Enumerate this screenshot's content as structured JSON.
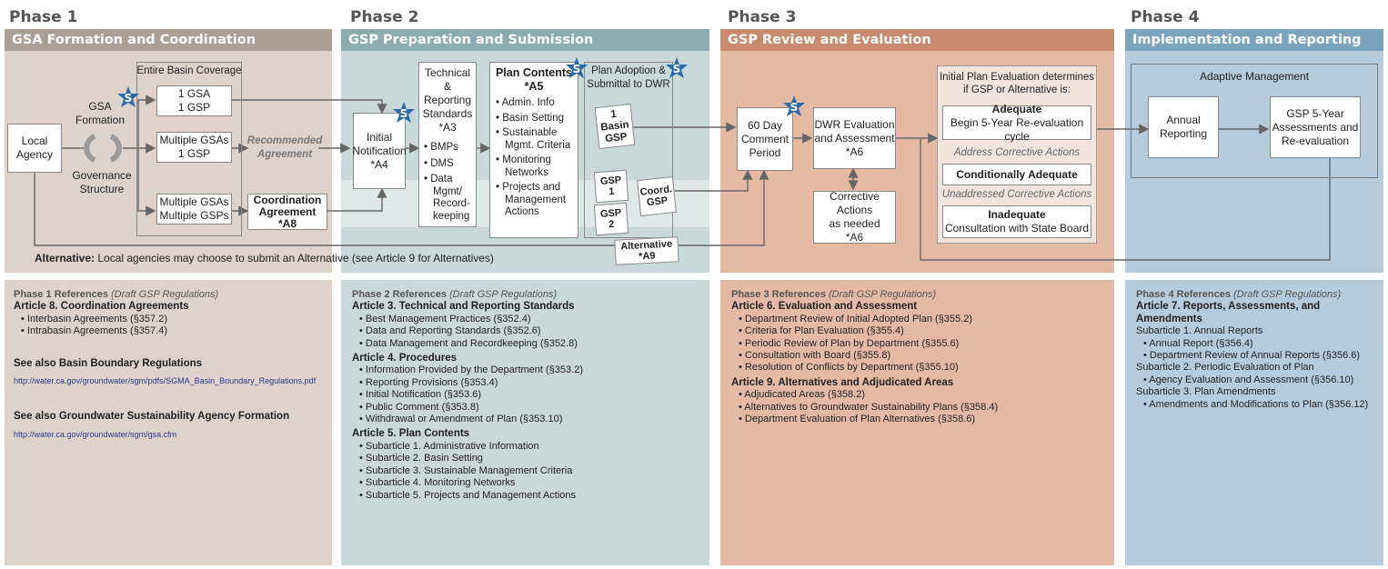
{
  "phases": [
    {
      "label": "Phase 1",
      "title": "GSA Formation and Coordination",
      "color": "#ab9f94",
      "bg": "#ddd3cb"
    },
    {
      "label": "Phase 2",
      "title": "GSP Preparation and Submission",
      "color": "#8aacae",
      "bg": "#c8d9d8"
    },
    {
      "label": "Phase 3",
      "title": "GSP Review and Evaluation",
      "color": "#c88a6c",
      "bg": "#e5baa5"
    },
    {
      "label": "Phase 4",
      "title": "Implementation and Reporting",
      "color": "#7ba4bf",
      "bg": "#b6cbdb"
    }
  ],
  "badge_symbol": "S",
  "p1": {
    "local_agency": "Local\nAgency",
    "gsa_formation": "GSA\nFormation",
    "governance": "Governance\nStructure",
    "entire_basin": "Entire Basin Coverage",
    "opt1": "1 GSA\n1 GSP",
    "opt2": "Multiple GSAs\n1 GSP",
    "opt3": "Multiple GSAs\nMultiple GSPs",
    "recommended": "Recommended\nAgreement",
    "coordination": "Coordination\nAgreement",
    "coordination_ref": "*A8",
    "alternative_bold": "Alternative:",
    "alternative_text": " Local agencies may choose to submit an Alternative (see Article 9 for Alternatives)"
  },
  "p2": {
    "initial": "Initial\nNotification\n*A4",
    "tech_title": "Technical\n& Reporting\nStandards\n*A3",
    "tech_items": [
      "BMPs",
      "DMS",
      "Data Mgmt/ Record-keeping"
    ],
    "plan_title": "Plan Contents\n*A5",
    "plan_items": [
      "Admin. Info",
      "Basin Setting",
      "Sustainable Mgmt. Criteria",
      "Monitoring Networks",
      "Projects and Management Actions"
    ],
    "adoption": "Plan Adoption &\nSubmittal to DWR",
    "basin_gsp": "1\nBasin\nGSP",
    "gsp1": "GSP\n1",
    "gsp2": "GSP\n2",
    "coord_gsp": "Coord.\nGSP",
    "alternative": "Alternative\n*A9"
  },
  "p3": {
    "comment": "60 Day\nComment\nPeriod",
    "dwr_eval": "DWR Evaluation\nand Assessment\n*A6",
    "corrective": "Corrective Actions\nas needed\n*A6",
    "eval_header": "Initial Plan Evaluation determines\nif GSP or Alternative is:",
    "adequate": "Adequate",
    "adequate_sub": "Begin 5-Year Re-evaluation cycle",
    "address": "Address Corrective Actions",
    "cond_adequate": "Conditionally Adequate",
    "unaddressed": "Unaddressed Corrective Actions",
    "inadequate": "Inadequate",
    "inadequate_sub": "Consultation with State Board"
  },
  "p4": {
    "adaptive": "Adaptive Management",
    "annual": "Annual\nReporting",
    "five_year": "GSP 5-Year\nAssessments and\nRe-evaluation"
  },
  "refs": {
    "p1": {
      "head": "Phase 1 References",
      "draft": "(Draft GSP Regulations)",
      "article": "Article 8. Coordination Agreements",
      "items": [
        "• Interbasin Agreements (§357.2)",
        "• Intrabasin Agreements (§357.4)"
      ],
      "see1": "See also Basin Boundary Regulations",
      "link1": "http://water.ca.gov/groundwater/sgm/pdfs/SGMA_Basin_Boundary_Regulations.pdf",
      "see2": "See also Groundwater Sustainability Agency Formation",
      "link2": "http://water.ca.gov/groundwater/sgm/gsa.cfm"
    },
    "p2": {
      "head": "Phase 2 References",
      "draft": "(Draft GSP Regulations)",
      "art3": "Article 3. Technical and Reporting Standards",
      "art3_items": [
        "• Best Management Practices (§352.4)",
        "• Data and Reporting Standards (§352.6)",
        "• Data Management and Recordkeeping (§352.8)"
      ],
      "art4": "Article 4. Procedures",
      "art4_items": [
        "• Information Provided by the Department (§353.2)",
        "• Reporting Provisions (§353.4)",
        "• Initial Notification (§353.6)",
        "• Public Comment (§353.8)",
        "• Withdrawal or Amendment of Plan (§353.10)"
      ],
      "art5": "Article 5. Plan Contents",
      "art5_items": [
        "• Subarticle 1. Administrative Information",
        "• Subarticle 2. Basin Setting",
        "• Subarticle 3. Sustainable Management Criteria",
        "• Subarticle 4. Monitoring Networks",
        "• Subarticle 5. Projects and Management Actions"
      ]
    },
    "p3": {
      "head": "Phase 3 References",
      "draft": "(Draft GSP Regulations)",
      "art6": "Article 6. Evaluation and Assessment",
      "art6_items": [
        "• Department Review of Initial Adopted Plan (§355.2)",
        "• Criteria for Plan Evaluation (§355.4)",
        "• Periodic Review of Plan by Department (§355.6)",
        "• Consultation with Board (§355.8)",
        "• Resolution of Conflicts by Department (§355.10)"
      ],
      "art9": "Article 9. Alternatives and Adjudicated Areas",
      "art9_items": [
        "• Adjudicated Areas (§358.2)",
        "• Alternatives to Groundwater Sustainability Plans (§358.4)",
        "• Department Evaluation of Plan Alternatives (§358.6)"
      ]
    },
    "p4": {
      "head": "Phase 4 References",
      "draft": "(Draft GSP Regulations)",
      "art7": "Article 7. Reports, Assessments, and Amendments",
      "lines": [
        "Subarticle 1. Annual Reports",
        "• Annual Report (§356.4)",
        "• Department Review of Annual Reports (§356.6)",
        "Subarticle 2. Periodic Evaluation of Plan",
        "• Agency Evaluation and Assessment (§356.10)",
        "Subarticle 3. Plan Amendments",
        "• Amendments and Modifications to Plan (§356.12)"
      ]
    }
  }
}
